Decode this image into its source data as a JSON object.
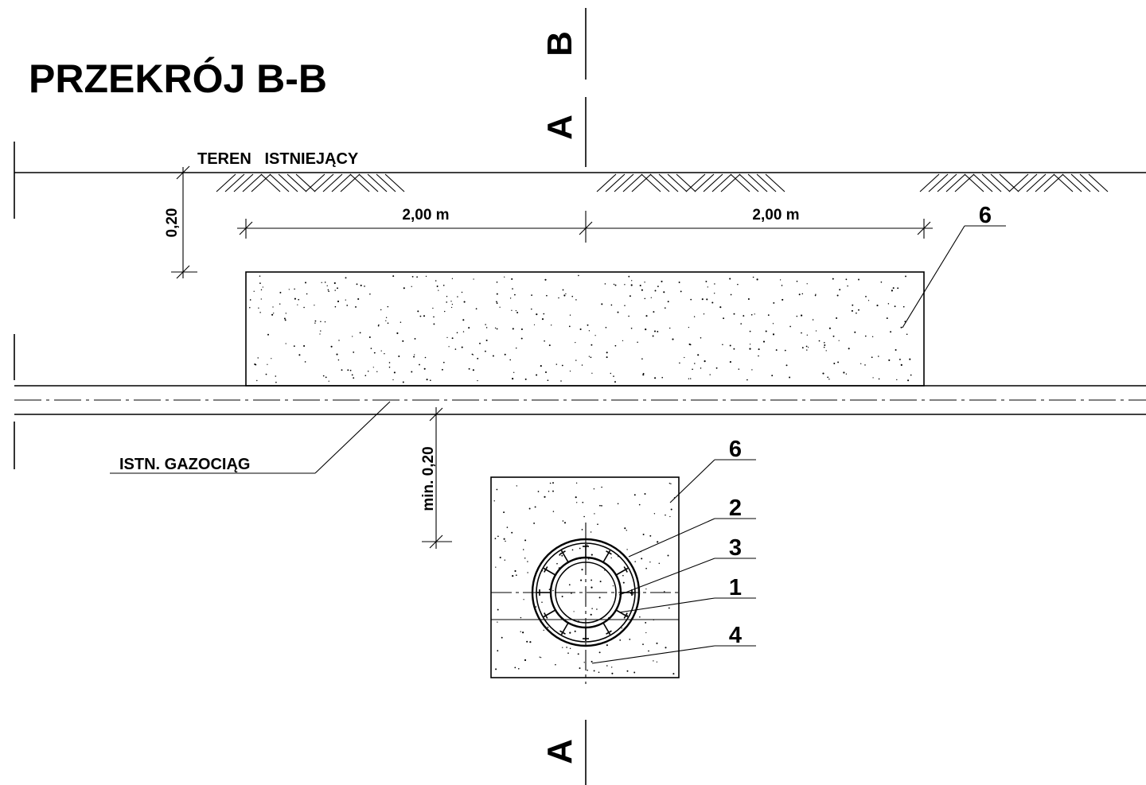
{
  "title": "PRZEKRÓJ B-B",
  "section_marks": {
    "top_upper": "B",
    "top_lower": "A",
    "bottom": "A"
  },
  "labels": {
    "terrain": "TEREN   ISTNIEJĄCY",
    "gas_pipeline": "ISTN. GAZOCIĄG"
  },
  "dimensions": {
    "depth_top": "0,20",
    "span_left": "2,00 m",
    "span_right": "2,00 m",
    "min_clearance": "min. 0,20"
  },
  "callouts": {
    "slab": "6",
    "block": "6",
    "item_2": "2",
    "item_3": "3",
    "item_1": "1",
    "item_4": "4"
  }
}
